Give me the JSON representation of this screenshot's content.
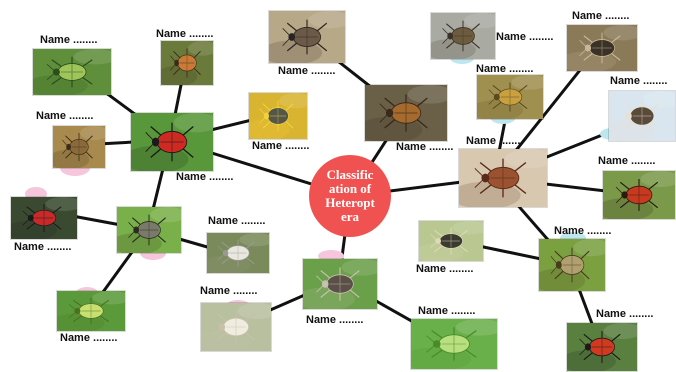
{
  "center": {
    "title": "Classific\nation of\nHeteropt\nera",
    "color": "#f05252"
  },
  "placeholder_label": "Name ........",
  "nodes": [
    {
      "id": "n01",
      "label": "Name ........",
      "bg": "#5f8f3a",
      "body": "#9dc55a",
      "accent": "#2c4d1c",
      "icon": "green-shield-bug-photo"
    },
    {
      "id": "n02",
      "label": "Name ........",
      "bg": "#6a7a3a",
      "body": "#c97a36",
      "accent": "#3a2a18",
      "icon": "striped-shield-bug-photo"
    },
    {
      "id": "n03",
      "label": "Name ........",
      "bg": "#b7a888",
      "body": "#6b5a48",
      "accent": "#2a2420",
      "icon": "water-strider-photo"
    },
    {
      "id": "n04",
      "label": "Name ........",
      "bg": "#a9aaa2",
      "body": "#6d5b3e",
      "accent": "#3a3028",
      "icon": "stilt-bug-photo"
    },
    {
      "id": "n05",
      "label": "Name ........",
      "bg": "#8a7a58",
      "body": "#3a3226",
      "accent": "#c8b89a",
      "icon": "water-beetle-bug-photo"
    },
    {
      "id": "n06",
      "label": "Name ........",
      "bg": "#a8894e",
      "body": "#8b6a3a",
      "accent": "#3a2c18",
      "icon": "brown-stink-bug-photo"
    },
    {
      "id": "n07",
      "label": "Name ........",
      "bg": "#58983a",
      "body": "#cf2a22",
      "accent": "#1a1a1a",
      "icon": "firebug-photo"
    },
    {
      "id": "n08",
      "label": "Name ........",
      "bg": "#d9b430",
      "body": "#55564a",
      "accent": "#f2d23a",
      "icon": "flower-bug-photo"
    },
    {
      "id": "n09",
      "label": "Name ........",
      "bg": "#6a6048",
      "body": "#a56a2e",
      "accent": "#3a2818",
      "icon": "assassin-bug-photo"
    },
    {
      "id": "n10",
      "label": "Name ........",
      "bg": "#a09050",
      "body": "#c9a040",
      "accent": "#5a4a20",
      "icon": "thin-leaf-bug-photo"
    },
    {
      "id": "n11",
      "label": "Name ........",
      "bg": "#d9e6ef",
      "body": "#5a4a3a",
      "accent": "#e8e0d0",
      "icon": "backswimmer-photo"
    },
    {
      "id": "n12",
      "label": "Name ........",
      "bg": "#d8c8b0",
      "body": "#9a5230",
      "accent": "#5a2a18",
      "icon": "bed-bug-photo"
    },
    {
      "id": "n13",
      "label": "Name ........",
      "bg": "#7a9a4a",
      "body": "#c83a20",
      "accent": "#2a1a10",
      "icon": "red-assassin-bug-photo"
    },
    {
      "id": "n14",
      "label": "Name ........",
      "bg": "#3a4a30",
      "body": "#c82a2a",
      "accent": "#1a1a1a",
      "icon": "red-black-bug-photo"
    },
    {
      "id": "n15",
      "label": "Name ........",
      "bg": "#7ab04a",
      "body": "#7a7a6a",
      "accent": "#2a2a20",
      "icon": "cicada-photo"
    },
    {
      "id": "n16",
      "label": "Name ........",
      "bg": "#7a8a5a",
      "body": "#e8e8e0",
      "accent": "#9a9a90",
      "icon": "mealybug-photo"
    },
    {
      "id": "n17",
      "label": "Name ........",
      "bg": "#6aa04a",
      "body": "#5a5048",
      "accent": "#c8c0b0",
      "icon": "froghopper-photo"
    },
    {
      "id": "n18",
      "label": "Name ........",
      "bg": "#b8c890",
      "body": "#3a3a30",
      "accent": "#e0d8b8",
      "icon": "leafhopper-photo"
    },
    {
      "id": "n19",
      "label": "Name ........",
      "bg": "#7aa040",
      "body": "#b0a070",
      "accent": "#4a3a20",
      "icon": "plant-bug-photo"
    },
    {
      "id": "n20",
      "label": "Name ........",
      "bg": "#5a9a3a",
      "body": "#c8e070",
      "accent": "#4a7020",
      "icon": "aphid-photo"
    },
    {
      "id": "n21",
      "label": "Name ........",
      "bg": "#b8c0a0",
      "body": "#f0ece0",
      "accent": "#c8c0a8",
      "icon": "whitefly-cluster-photo"
    },
    {
      "id": "n22",
      "label": "Name ........",
      "bg": "#6ab04a",
      "body": "#b8e080",
      "accent": "#4a8a2a",
      "icon": "green-planthopper-photo"
    },
    {
      "id": "n23",
      "label": "Name ........",
      "bg": "#5a8040",
      "body": "#d03a20",
      "accent": "#1a1a1a",
      "icon": "thistle-firebug-photo"
    }
  ]
}
